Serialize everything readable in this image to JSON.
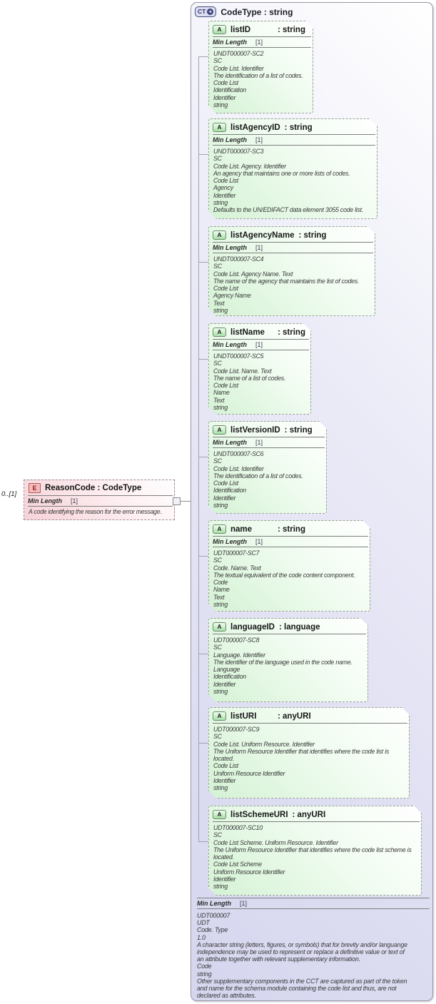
{
  "root": {
    "badge": "CT",
    "badge_plus": "+",
    "title": "CodeType : string",
    "facet": {
      "name": "Min Length",
      "value": "[1]"
    },
    "annotations": [
      "UDT000007",
      "UDT",
      "Code. Type",
      "1.0",
      "A character string (letters, figures, or symbols) that for brevity and/or languange independence may be used to represent or replace a definitive value or text of an attribute together with relevant supplementary information.",
      "Code",
      "string",
      "Other supplementary components in the CCT are captured as part of the token and name for the schema module containing the code list and thus, are not declared as attributes."
    ],
    "attributes": [
      {
        "badge": "A",
        "name": "listID",
        "type": "string",
        "facet": {
          "name": "Min Length",
          "value": "[1]"
        },
        "annotations": [
          "UNDT000007-SC2",
          "SC",
          "Code List. Identifier",
          "The identification of a list of codes.",
          "Code List",
          "Identification",
          "Identifier",
          "string"
        ]
      },
      {
        "badge": "A",
        "name": "listAgencyID",
        "type": "string",
        "facet": {
          "name": "Min Length",
          "value": "[1]"
        },
        "annotations": [
          "UNDT000007-SC3",
          "SC",
          "Code List. Agency. Identifier",
          "An agency that maintains one or more lists of codes.",
          "Code List",
          "Agency",
          "Identifier",
          "string",
          "Defaults to the UN/EDIFACT data element 3055 code list."
        ]
      },
      {
        "badge": "A",
        "name": "listAgencyName",
        "type": "string",
        "facet": {
          "name": "Min Length",
          "value": "[1]"
        },
        "annotations": [
          "UNDT000007-SC4",
          "SC",
          "Code List. Agency Name. Text",
          "The name of the agency that maintains the list of codes.",
          "Code List",
          "Agency Name",
          "Text",
          "string"
        ]
      },
      {
        "badge": "A",
        "name": "listName",
        "type": "string",
        "facet": {
          "name": "Min Length",
          "value": "[1]"
        },
        "annotations": [
          "UNDT000007-SC5",
          "SC",
          "Code List. Name. Text",
          "The name of a list of codes.",
          "Code List",
          "Name",
          "Text",
          "string"
        ]
      },
      {
        "badge": "A",
        "name": "listVersionID",
        "type": "string",
        "facet": {
          "name": "Min Length",
          "value": "[1]"
        },
        "annotations": [
          "UNDT000007-SC6",
          "SC",
          "Code List. Identifier",
          "The identification of a list of codes.",
          "Code List",
          "Identification",
          "Identifier",
          "string"
        ]
      },
      {
        "badge": "A",
        "name": "name",
        "type": "string",
        "facet": {
          "name": "Min Length",
          "value": "[1]"
        },
        "annotations": [
          "UDT000007-SC7",
          "SC",
          "Code. Name. Text",
          "The textual equivalent of the code content component.",
          "Code",
          "Name",
          "Text",
          "string"
        ]
      },
      {
        "badge": "A",
        "name": "languageID",
        "type": "language",
        "facet": null,
        "annotations": [
          "UDT000007-SC8",
          "SC",
          "Language. Identifier",
          "The identifier of the language used in the code name.",
          "Language",
          "Identification",
          "Identifier",
          "string"
        ]
      },
      {
        "badge": "A",
        "name": "listURI",
        "type": "anyURI",
        "facet": null,
        "annotations": [
          "UDT000007-SC9",
          "SC",
          "Code List. Uniform Resource. Identifier",
          "The Uniform Resource Identifier that identifies where the code list is located.",
          "Code List",
          "Uniform Resource Identifier",
          "Identifier",
          "string"
        ]
      },
      {
        "badge": "A",
        "name": "listSchemeURI",
        "type": "anyURI",
        "facet": null,
        "annotations": [
          "UDT000007-SC10",
          "SC",
          "Code List Scheme. Uniform Resource. Identifier",
          "The Uniform Resource Identifier that identifies where the code list scheme is located.",
          "Code List Scheme",
          "Uniform Resource Identifier",
          "Identifier",
          "string"
        ]
      }
    ]
  },
  "element": {
    "badge": "E",
    "title": "ReasonCode : CodeType",
    "multiplicity": "0..[1]",
    "facet": {
      "name": "Min Length",
      "value": "[1]"
    },
    "annotation": "A code identifying the reason for the error message."
  },
  "colors": {
    "attribute_green": "#d4f2d4",
    "element_pink": "#f6d2d8",
    "panel_lavender": "#d5d5ee",
    "connector_grey": "#909090"
  }
}
